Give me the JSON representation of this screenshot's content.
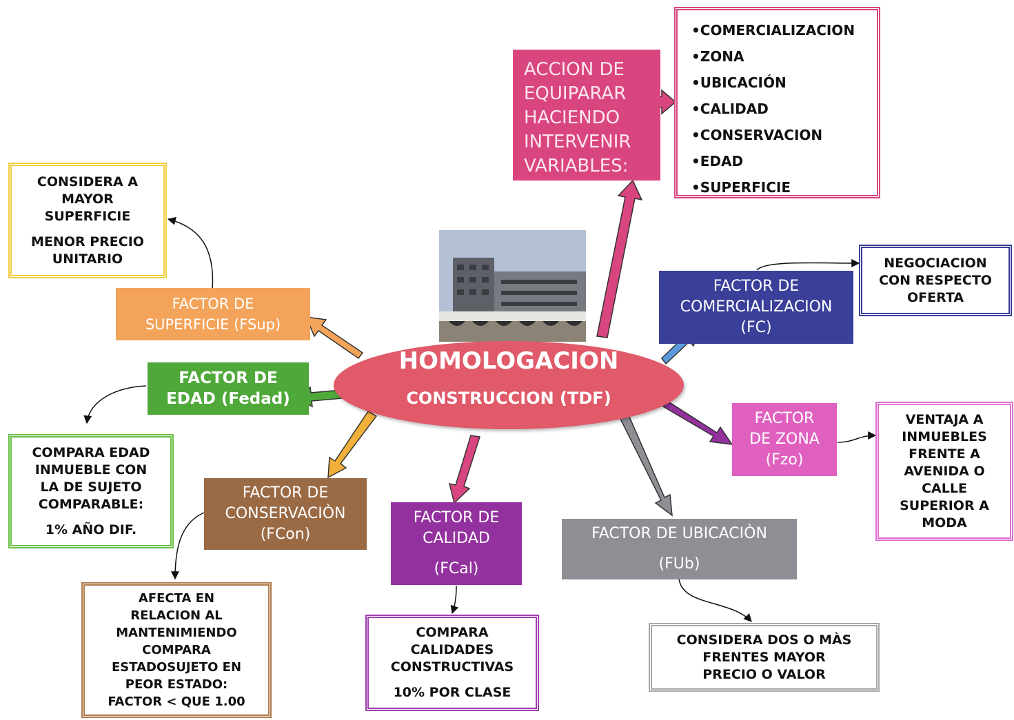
{
  "center": {
    "title": "HOMOLOGACION",
    "subtitle": "CONSTRUCCION (TDF)"
  },
  "accion": {
    "lines": [
      "ACCION DE",
      "EQUIPARAR",
      "HACIENDO",
      "INTERVENIR",
      "VARIABLES:"
    ]
  },
  "variables": {
    "items": [
      "•COMERCIALIZACION",
      "•ZONA",
      "•UBICACIÓN",
      "•CALIDAD",
      "•CONSERVACION",
      "•EDAD",
      "•SUPERFICIE"
    ]
  },
  "factors": {
    "superficie": [
      "FACTOR DE",
      "SUPERFICIE (FSup)"
    ],
    "edad": [
      "FACTOR DE",
      "EDAD (Fedad)"
    ],
    "conservacion": [
      "FACTOR DE",
      "CONSERVACIÒN",
      "(FCon)"
    ],
    "calidad": [
      "FACTOR DE",
      "CALIDAD",
      "(FCal)"
    ],
    "ubicacion": [
      "FACTOR DE UBICACIÒN",
      "(FUb)"
    ],
    "zona": [
      "FACTOR",
      "DE ZONA",
      "(Fzo)"
    ],
    "comercializacion": [
      "FACTOR DE",
      "COMERCIALIZACION",
      "(FC)"
    ]
  },
  "notes": {
    "superficie": [
      "CONSIDERA A",
      "MAYOR",
      "SUPERFICIE",
      "MENOR PRECIO",
      "UNITARIO"
    ],
    "edad": [
      "COMPARA EDAD",
      "INMUEBLE CON",
      "LA DE SUJETO",
      "COMPARABLE:",
      "1% AÑO DIF."
    ],
    "conservacion": [
      "AFECTA EN",
      "RELACION AL",
      "MANTENIMIENDO",
      "COMPARA",
      "ESTADOSUJETO EN",
      "PEOR ESTADO:",
      "FACTOR < QUE 1.00"
    ],
    "calidad": [
      "COMPARA",
      "CALIDADES",
      "CONSTRUCTIVAS",
      "10% POR CLASE"
    ],
    "ubicacion": [
      "CONSIDERA DOS O MÀS",
      "FRENTES MAYOR",
      "PRECIO O VALOR"
    ],
    "zona": [
      "VENTAJA A",
      "INMUEBLES",
      "FRENTE A",
      "AVENIDA O",
      "CALLE",
      "SUPERIOR A",
      "MODA"
    ],
    "comercializacion": [
      "NEGOCIACION",
      "CON RESPECTO",
      "OFERTA"
    ]
  },
  "colors": {
    "center": "#e05a6a",
    "accion": "#d9467f",
    "superficie": "#f3a45a",
    "edad": "#4fa83a",
    "conservacion": "#9a6a45",
    "calidad": "#93319e",
    "ubicacion": "#8e8e94",
    "zona": "#e060c0",
    "comercializacion": "#3a3f9a"
  }
}
